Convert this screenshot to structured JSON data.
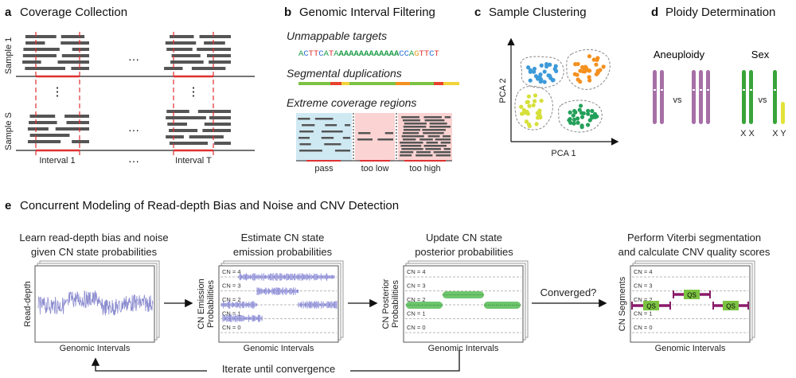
{
  "panel_a": {
    "letter": "a",
    "title": "Coverage Collection",
    "sample_top": "Sample 1",
    "sample_bottom": "Sample S",
    "interval_left": "Interval 1",
    "interval_right": "Interval T",
    "ellipsis_h": "···",
    "ellipsis_v": "⋮"
  },
  "panel_b": {
    "letter": "b",
    "title": "Genomic Interval Filtering",
    "unmappable": "Unmappable targets",
    "dna_sequence": "ACTTCATAAAAAAAAAAAAACCAGTTCT",
    "segmental": "Segmental duplications",
    "extreme": "Extreme coverage regions",
    "pass": "pass",
    "too_low": "too low",
    "too_high": "too high"
  },
  "panel_c": {
    "letter": "c",
    "title": "Sample Clustering",
    "xlabel": "PCA 1",
    "ylabel": "PCA 2",
    "cluster_colors": [
      "#3d9ad8",
      "#f4901e",
      "#d6e03a",
      "#23a05a"
    ]
  },
  "panel_d": {
    "letter": "d",
    "title": "Ploidy Determination",
    "aneuploidy": "Aneuploidy",
    "sex": "Sex",
    "vs": "vs",
    "xx": "X X",
    "xy": "X Y",
    "chromosome_colors": {
      "aneuploidy": "#a66fa6",
      "x": "#3aa43a",
      "y": "#e3e33a"
    }
  },
  "panel_e": {
    "letter": "e",
    "title": "Concurrent Modeling of Read-depth Bias and Noise and CNV Detection",
    "step1": [
      "Learn read-depth bias and noise",
      "given CN state probabilities"
    ],
    "step2": [
      "Estimate CN state",
      "emission probabilities"
    ],
    "step3": [
      "Update CN state",
      "posterior probabilities"
    ],
    "step4": [
      "Perform Viterbi segmentation",
      "and calculate CNV quality scores"
    ],
    "ylabel1": "Read-depth",
    "ylabel2": [
      "CN Emission",
      "Probabilities"
    ],
    "ylabel3": [
      "CN Posterior",
      "Probabilities"
    ],
    "ylabel4": "CN Segments",
    "xlabel": "Genomic Intervals",
    "cn_labels": [
      "CN = 4",
      "CN = 3",
      "CN = 2",
      "CN = 1",
      "CN = 0"
    ],
    "converged": "Converged?",
    "iterate": "Iterate until convergence",
    "qs": "QS"
  }
}
